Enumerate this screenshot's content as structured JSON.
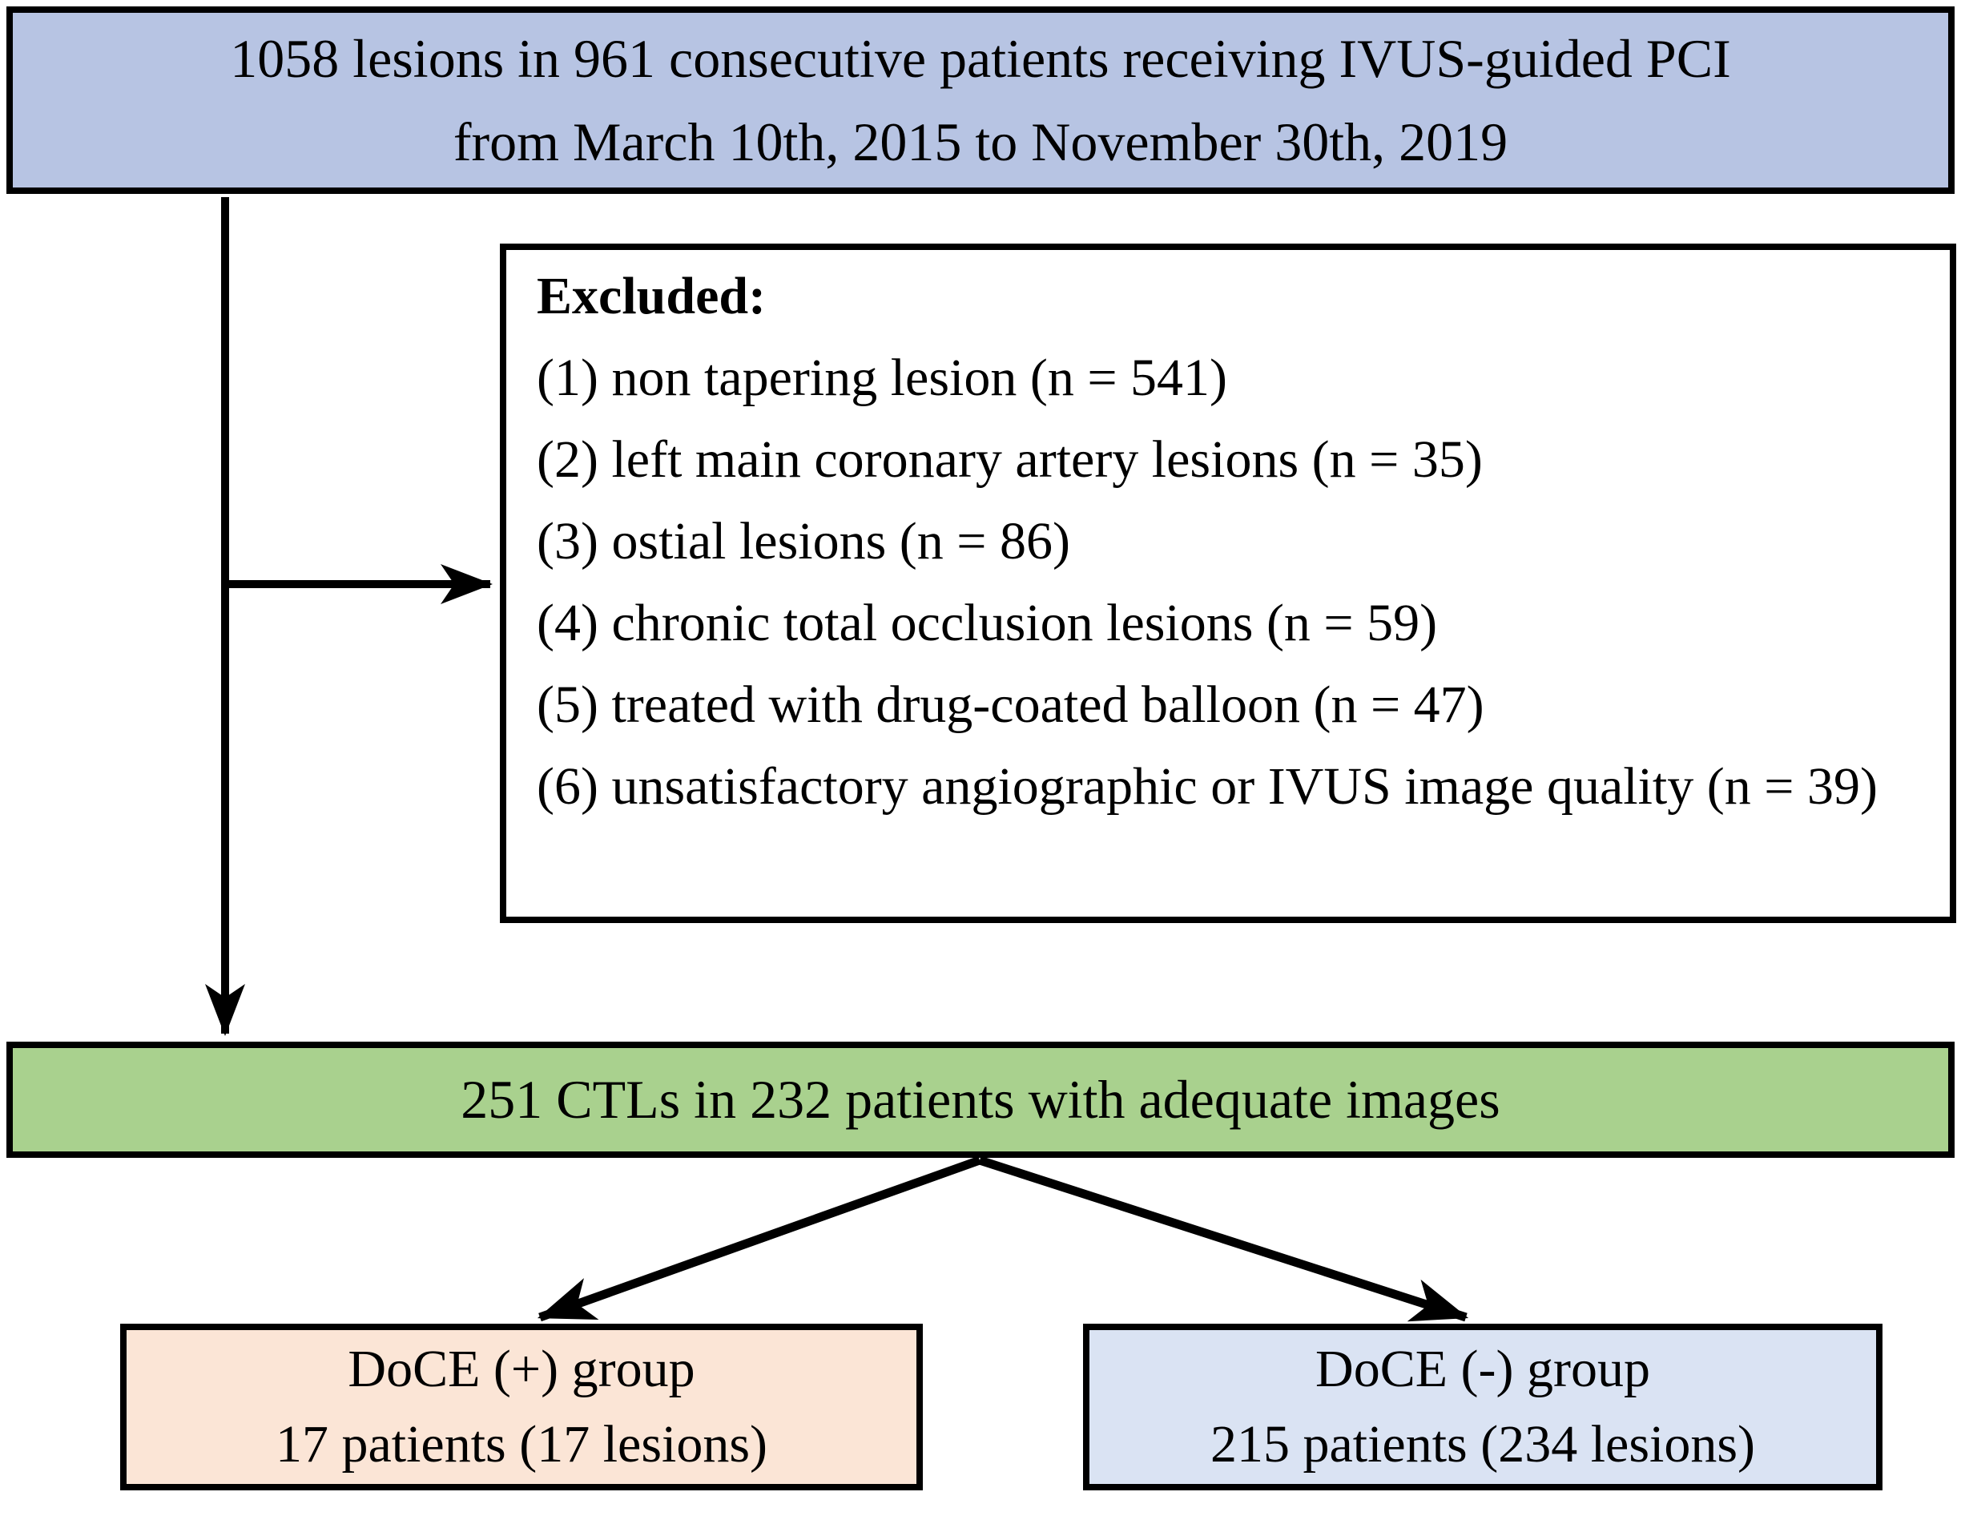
{
  "flowchart": {
    "top_box": {
      "line1": "1058 lesions in 961 consecutive patients receiving IVUS-guided PCI",
      "line2": "from March 10th, 2015 to November 30th, 2019"
    },
    "excluded_box": {
      "title": "Excluded:",
      "items": [
        "(1) non tapering lesion (n = 541)",
        "(2) left main coronary artery lesions (n = 35)",
        "(3) ostial lesions (n = 86)",
        "(4) chronic total occlusion lesions (n = 59)",
        "(5) treated with drug-coated balloon (n = 47)",
        "(6) unsatisfactory angiographic or IVUS image quality (n = 39)"
      ]
    },
    "adequate_box": {
      "text": "251 CTLs in 232 patients with adequate images"
    },
    "doce_positive_box": {
      "line1": "DoCE (+) group",
      "line2": "17 patients (17 lesions)"
    },
    "doce_negative_box": {
      "line1": "DoCE (-) group",
      "line2": "215 patients (234 lesions)"
    },
    "colors": {
      "top_box_fill": "#b7c4e3",
      "adequate_box_fill": "#a9d18e",
      "doce_positive_fill": "#fbe5d6",
      "doce_negative_fill": "#dae3f3",
      "border_and_arrows": "#000000",
      "excluded_box_fill": "#ffffff"
    }
  }
}
